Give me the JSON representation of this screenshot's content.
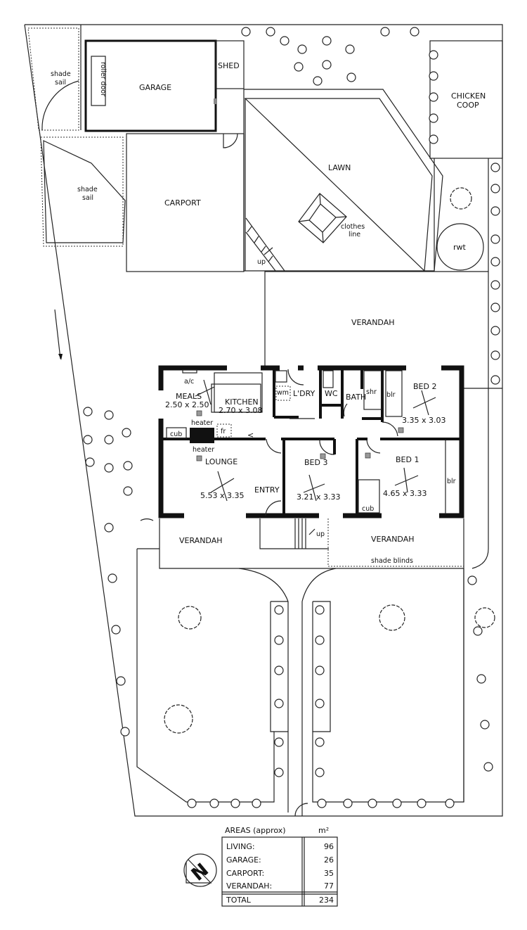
{
  "site": {
    "shade_sail_1": [
      "shade",
      "sail"
    ],
    "shade_sail_2": [
      "shade",
      "sail"
    ],
    "roller_door": "roller door",
    "garage": "GARAGE",
    "shed": "SHED",
    "carport": "CARPORT",
    "lawn": "LAWN",
    "clothes_line": [
      "clothes",
      "line"
    ],
    "chicken_coop": [
      "CHICKEN",
      "COOP"
    ],
    "rwt": "rwt",
    "up_rear": "up",
    "verandah_rear": "VERANDAH",
    "verandah_front_left": "VERANDAH",
    "verandah_front_right": "VERANDAH",
    "shade_blinds": "shade blinds",
    "up_front": "up"
  },
  "rooms": {
    "ac": "a/c",
    "meals": "MEALS",
    "meals_size": "2.50 x 2.50",
    "kitchen": "KITCHEN",
    "kitchen_size": "2.70 x 3.08",
    "wm": "wm",
    "laundry": "L'DRY",
    "wc": "WC",
    "bath": "BATH",
    "shr": "shr",
    "blr_bed2": "blr",
    "bed2": "BED 2",
    "bed2_size": "3.35 x 3.03",
    "heater_top": "heater",
    "cub_meals": "cub",
    "fr": "fr",
    "heater_bottom": "heater",
    "lounge": "LOUNGE",
    "lounge_size": "5.53 x 3.35",
    "entry": "ENTRY",
    "bed3": "BED 3",
    "bed3_size": "3.21 x 3.33",
    "bed1": "BED 1",
    "bed1_size": "4.65 x 3.33",
    "blr_bed1": "blr",
    "cub_bed1": "cub"
  },
  "areas": {
    "title": "AREAS (approx)",
    "unit": "m²",
    "rows": [
      {
        "label": "LIVING:",
        "value": "96"
      },
      {
        "label": "GARAGE:",
        "value": "26"
      },
      {
        "label": "CARPORT:",
        "value": "35"
      },
      {
        "label": "VERANDAH:",
        "value": "77"
      }
    ],
    "total": {
      "label": "TOTAL",
      "value": "234"
    }
  },
  "north_arrow": "N"
}
